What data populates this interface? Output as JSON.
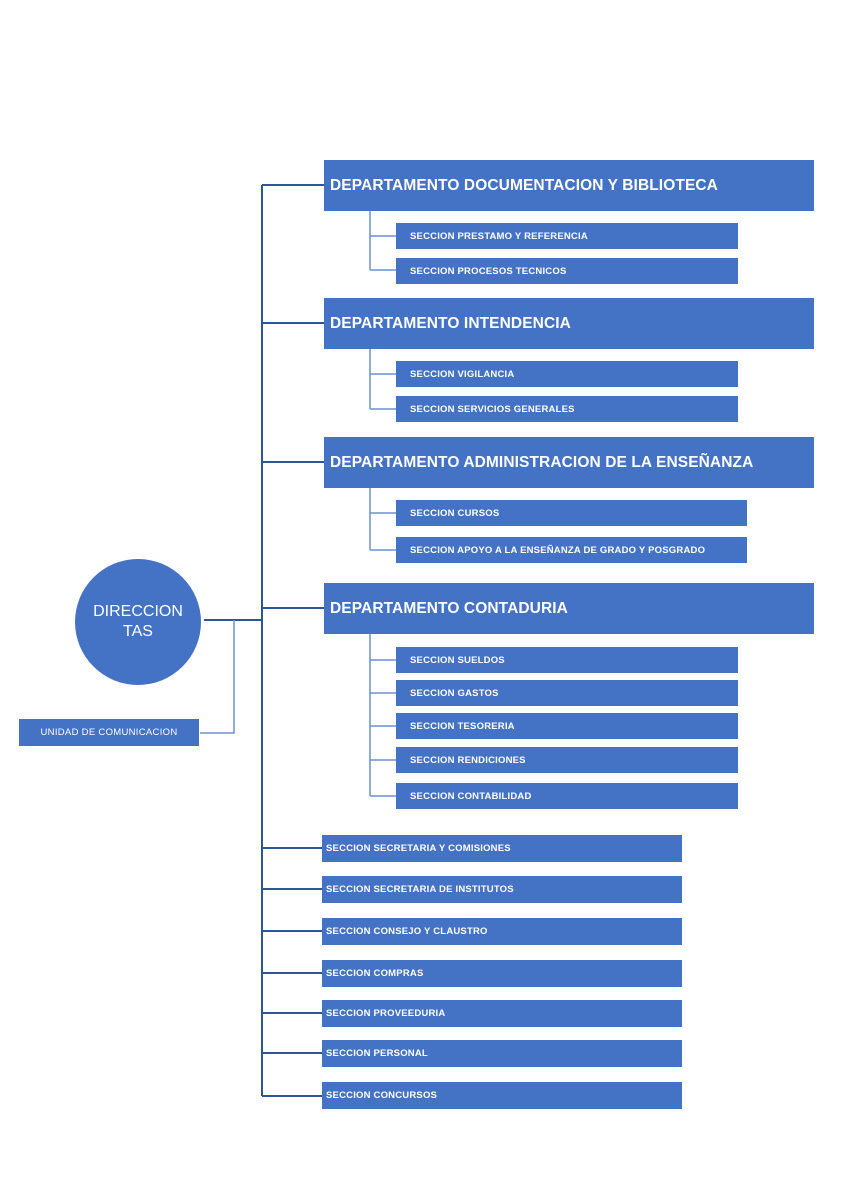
{
  "colors": {
    "box_fill": "#4472c4",
    "connector": "#2e5597",
    "text": "#ffffff"
  },
  "root": {
    "line1": "DIRECCION",
    "line2": "TAS"
  },
  "unit": {
    "label": "UNIDAD DE COMUNICACION"
  },
  "departments": [
    {
      "label": "DEPARTAMENTO DOCUMENTACION Y BIBLIOTECA",
      "sections": [
        "SECCION PRESTAMO Y REFERENCIA",
        "SECCION PROCESOS TECNICOS"
      ]
    },
    {
      "label": "DEPARTAMENTO INTENDENCIA",
      "sections": [
        "SECCION VIGILANCIA",
        "SECCION SERVICIOS GENERALES"
      ]
    },
    {
      "label": "DEPARTAMENTO ADMINISTRACION DE LA ENSEÑANZA",
      "sections": [
        "SECCION CURSOS",
        "SECCION APOYO A LA ENSEÑANZA DE GRADO Y POSGRADO"
      ]
    },
    {
      "label": "DEPARTAMENTO CONTADURIA",
      "sections": [
        "SECCION SUELDOS",
        "SECCION GASTOS",
        "SECCION TESORERIA",
        "SECCION RENDICIONES",
        "SECCION CONTABILIDAD"
      ]
    }
  ],
  "direct_sections": [
    "SECCION SECRETARIA Y COMISIONES",
    "SECCION SECRETARIA DE INSTITUTOS",
    "SECCION CONSEJO Y CLAUSTRO",
    "SECCION COMPRAS",
    "SECCION PROVEEDURIA",
    "SECCION PERSONAL",
    "SECCION CONCURSOS"
  ]
}
